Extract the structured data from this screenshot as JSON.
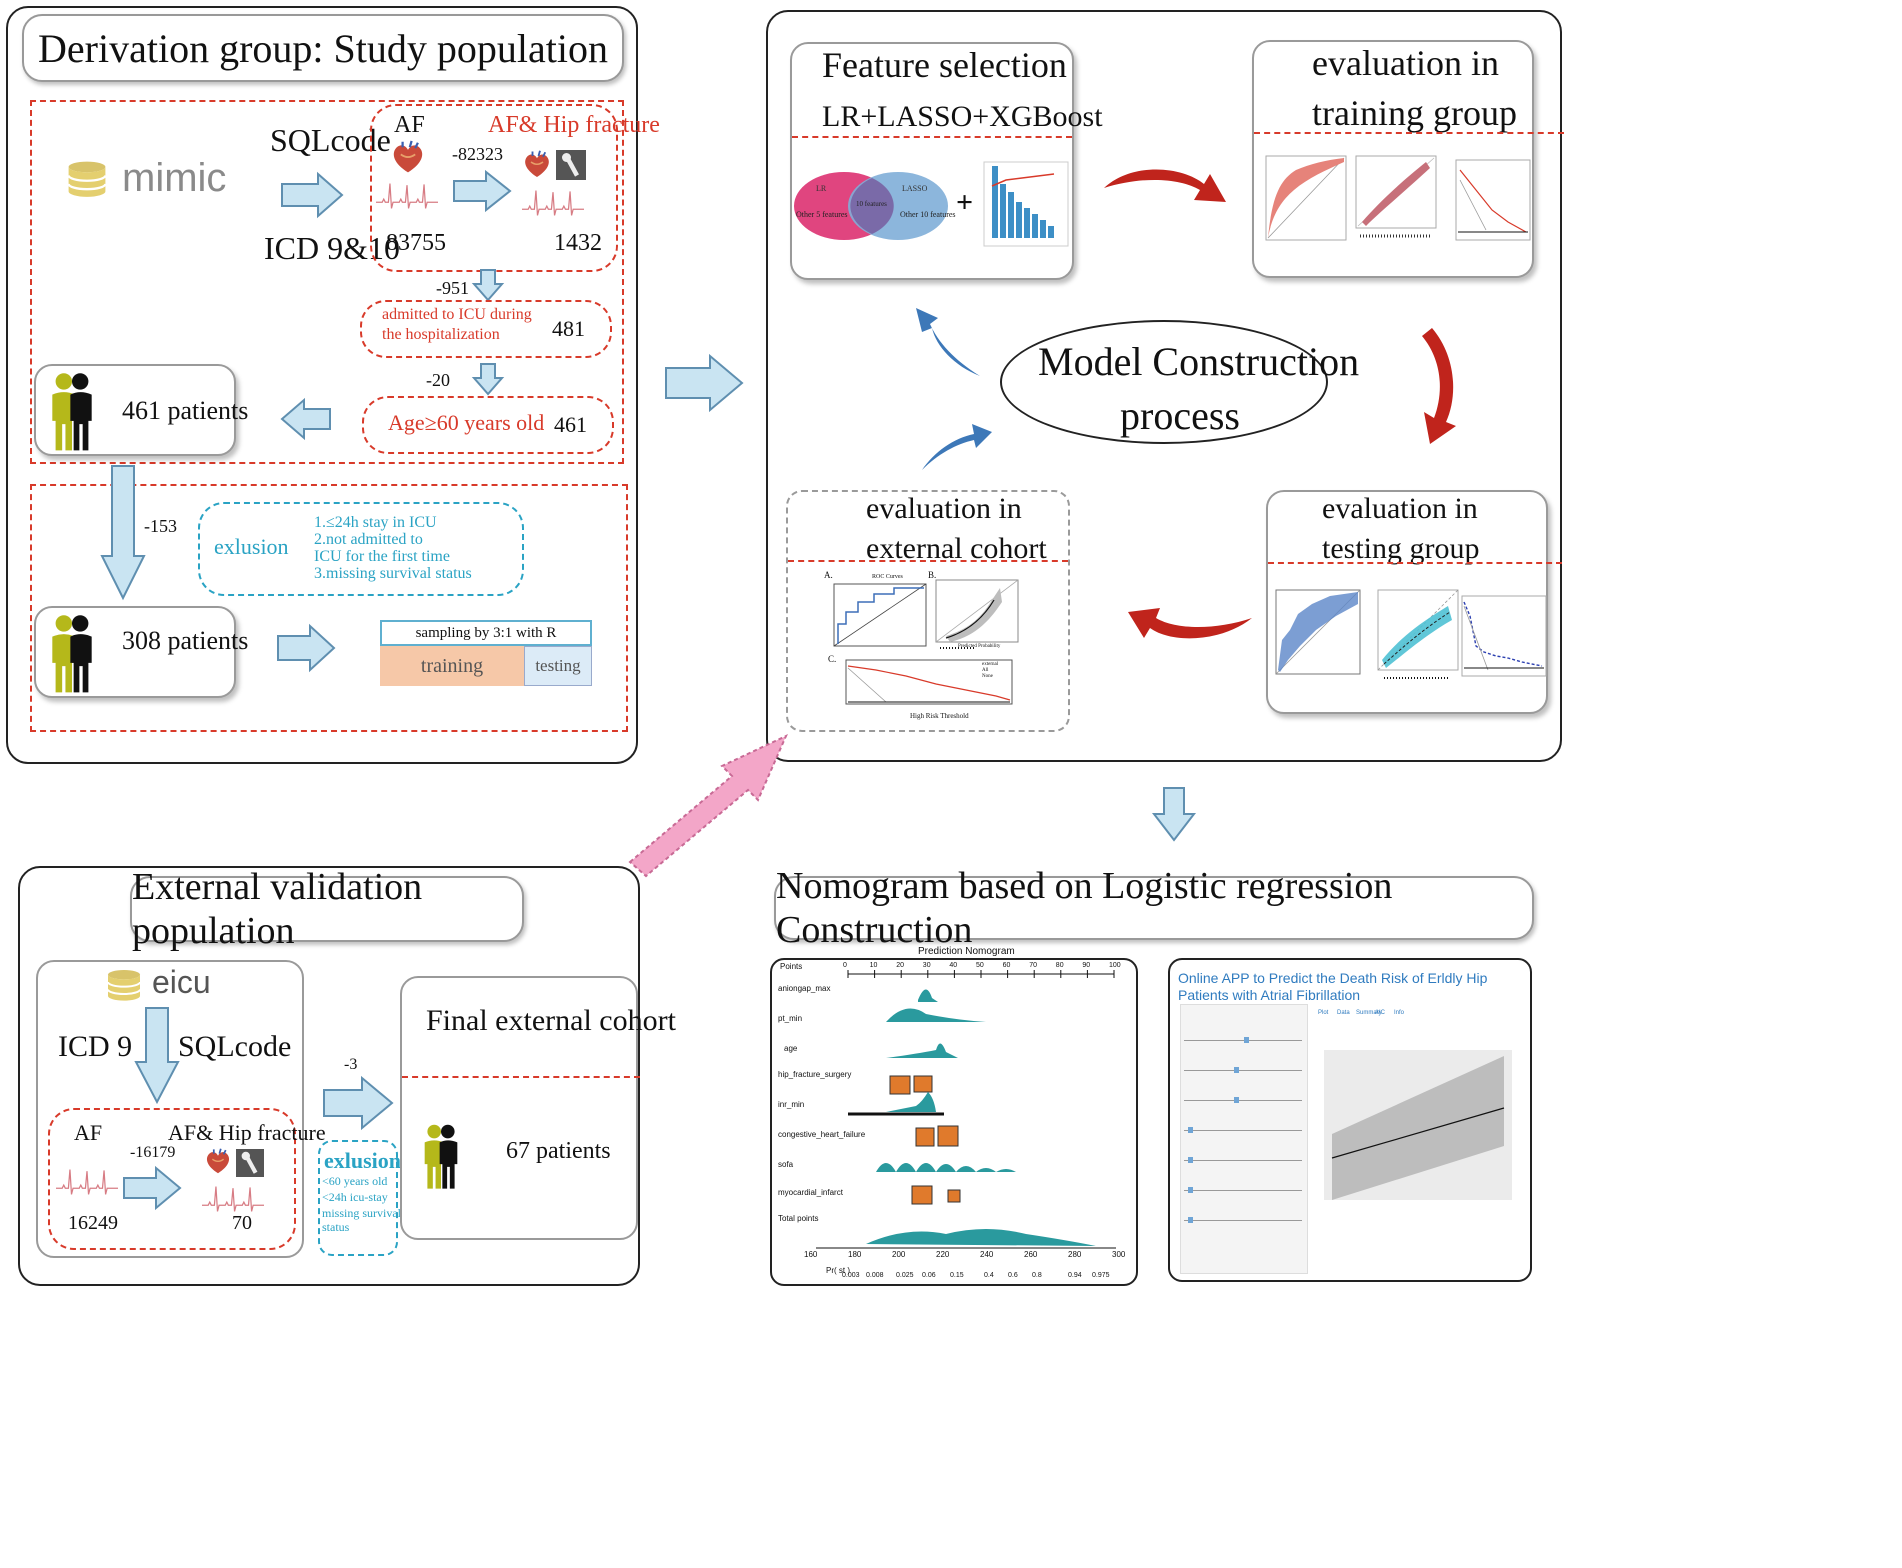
{
  "derivation": {
    "title": "Derivation group:  Study population",
    "mimic": "mimic",
    "sqlcode": "SQLcode",
    "icd": "ICD 9&10",
    "af": "AF",
    "af_hip": "AF& Hip fracture",
    "minus_82323": "-82323",
    "n_83755": "83755",
    "n_1432": "1432",
    "minus_951": "-951",
    "icu_line1": "admitted to ICU during",
    "icu_line2": "the hospitalization",
    "n_481": "481",
    "minus_20": "-20",
    "age": "Age≥60 years old",
    "n_461": "461",
    "patients_461": "461 patients",
    "minus_153": "-153",
    "exlusion": "exlusion",
    "excl1": "1.≤24h stay in ICU",
    "excl2": "2.not admitted to",
    "excl3": "ICU for the first time",
    "excl4": "3.missing survival status",
    "patients_308": "308  patients",
    "sampling": "sampling by 3:1 with R",
    "training": "training",
    "testing": "testing"
  },
  "model": {
    "feature_title": "Feature selection",
    "feature_sub": "LR+LASSO+XGBoost",
    "venn_lr": "LR",
    "venn_lasso": "LASSO",
    "venn_left": "Other 5 features",
    "venn_mid": "10 features",
    "venn_right": "Other 10 features",
    "plus": "+",
    "train_l1": "evaluation in",
    "train_l2": "training group",
    "center_l1": "Model  Construction",
    "center_l2": "process",
    "ext_l1": "evaluation in",
    "ext_l2": "external cohort",
    "test_l1": "evaluation in",
    "test_l2": "testing group",
    "ext_a": "A.",
    "ext_b": "B.",
    "ext_c": "C.",
    "roc": "ROC Curves",
    "ext_xlabel": "High Risk Threshold",
    "ext_pred": "Predicted Probability",
    "ext_legend": [
      "external",
      "All",
      "None"
    ]
  },
  "external": {
    "title": "External validation population",
    "eicu": "eicu",
    "icd9": "ICD 9",
    "sqlcode": "SQLcode",
    "af": "AF",
    "af_hip": "AF& Hip fracture",
    "minus_16179": "-16179",
    "n_16249": "16249",
    "n_70": "70",
    "final": "Final external cohort",
    "minus_3": "-3",
    "exlusion": "exlusion",
    "ex1": "<60 years old",
    "ex2": "<24h icu-stay",
    "ex3": "missing survival",
    "ex4": "status",
    "patients_67": "67 patients"
  },
  "nomogram": {
    "title": "Nomogram based on Logistic regression  Construction",
    "header": "Prediction Nomogram",
    "points": "Points",
    "rows": [
      "aniongap_max",
      "pt_min",
      "age",
      "hip_fracture_surgery",
      "inr_min",
      "congestive_heart_failure",
      "sofa",
      "myocardial_infarct",
      "Total points"
    ],
    "points_ticks": [
      "0",
      "10",
      "20",
      "30",
      "40",
      "50",
      "60",
      "70",
      "80",
      "90",
      "100"
    ],
    "total_ticks": [
      "160",
      "180",
      "200",
      "220",
      "240",
      "260",
      "280",
      "300"
    ],
    "prob_label": "Pr( st )",
    "prob_ticks": [
      "0.003",
      "0.008",
      "0.025",
      "0.06",
      "0.15",
      "0.4",
      "0.6",
      "0.8",
      "0.94",
      "0.975"
    ],
    "app_title": "Online APP to Predict the Death Risk of Erldly Hip Patients with Atrial Fibrillation",
    "app_tabs": [
      "Plot",
      "Data",
      "Summary",
      "AIC",
      "Info"
    ]
  },
  "colors": {
    "red_dash": "#d83a2a",
    "blue_dash": "#2aa3c4",
    "arrow_fill": "#c9e4f2",
    "arrow_stroke": "#5f8fb0",
    "venn_left": "#e0457f",
    "venn_right": "#7faed8",
    "training": "#f6c8a8",
    "testing": "#dcebf7",
    "teal": "#2a9a9e",
    "orange": "#e07a2c",
    "olive": "#b5b81a",
    "app_blue": "#2f7bbf"
  }
}
